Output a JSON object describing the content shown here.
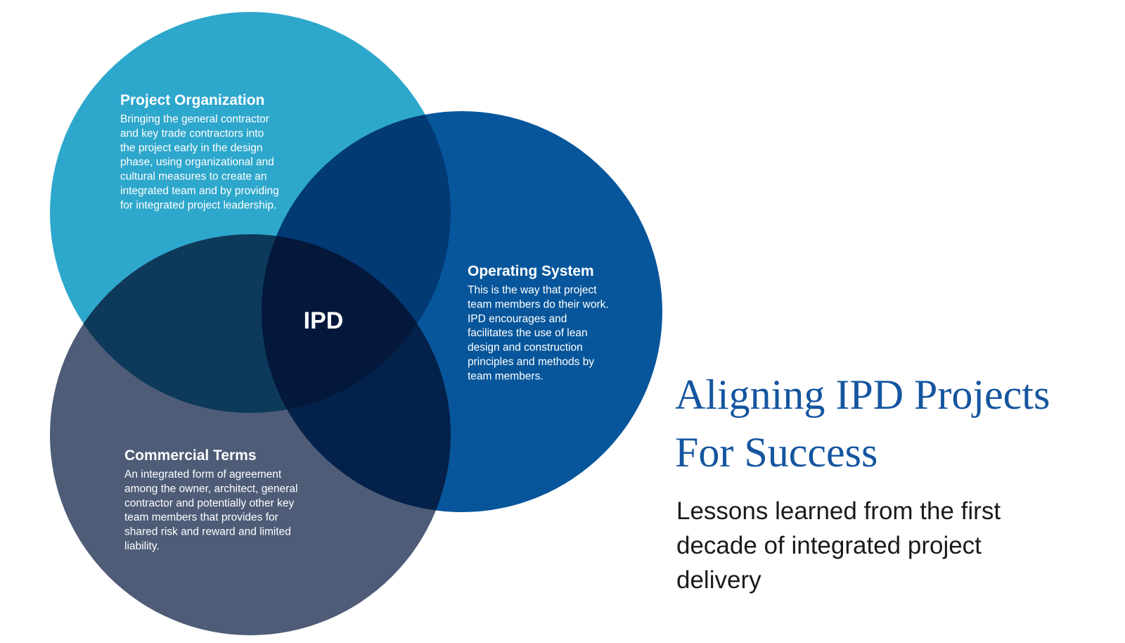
{
  "colors": {
    "project_organization": "#2ea7cc",
    "operating_system": "#07569b",
    "commercial_terms": "#4e5c77",
    "org_os_overlap": "#023a74",
    "org_ct_overlap": "#0d3a5a",
    "os_ct_overlap": "#03214a",
    "center_overlap": "#03183b",
    "headline": "#14559f",
    "subtitle": "#1a1a1a"
  },
  "diagram": {
    "center_label": "IPD",
    "circles": [
      {
        "id": "project-organization",
        "title": "Project Organization",
        "body": [
          "Bringing the general contractor",
          "and key trade contractors into",
          "the project early in the design",
          "phase, using organizational and",
          "cultural measures to create an",
          "integrated team and by providing",
          "for integrated project leadership."
        ]
      },
      {
        "id": "operating-system",
        "title": "Operating System",
        "body": [
          "This is the way that project",
          "team members do their work.",
          "IPD encourages and",
          "facilitates the use of lean",
          "design and construction",
          "principles and methods by",
          "team members."
        ]
      },
      {
        "id": "commercial-terms",
        "title": "Commercial Terms",
        "body": [
          "An integrated form of agreement",
          "among the owner, architect, general",
          "contractor and potentially other key",
          "team members that provides for",
          "shared risk and reward and limited",
          "liability."
        ]
      }
    ]
  },
  "headline": {
    "line1": "Aligning IPD Projects",
    "line2": "For Success"
  },
  "subtitle": {
    "line1": "Lessons learned from the first",
    "line2": "decade of integrated project",
    "line3": "delivery"
  }
}
